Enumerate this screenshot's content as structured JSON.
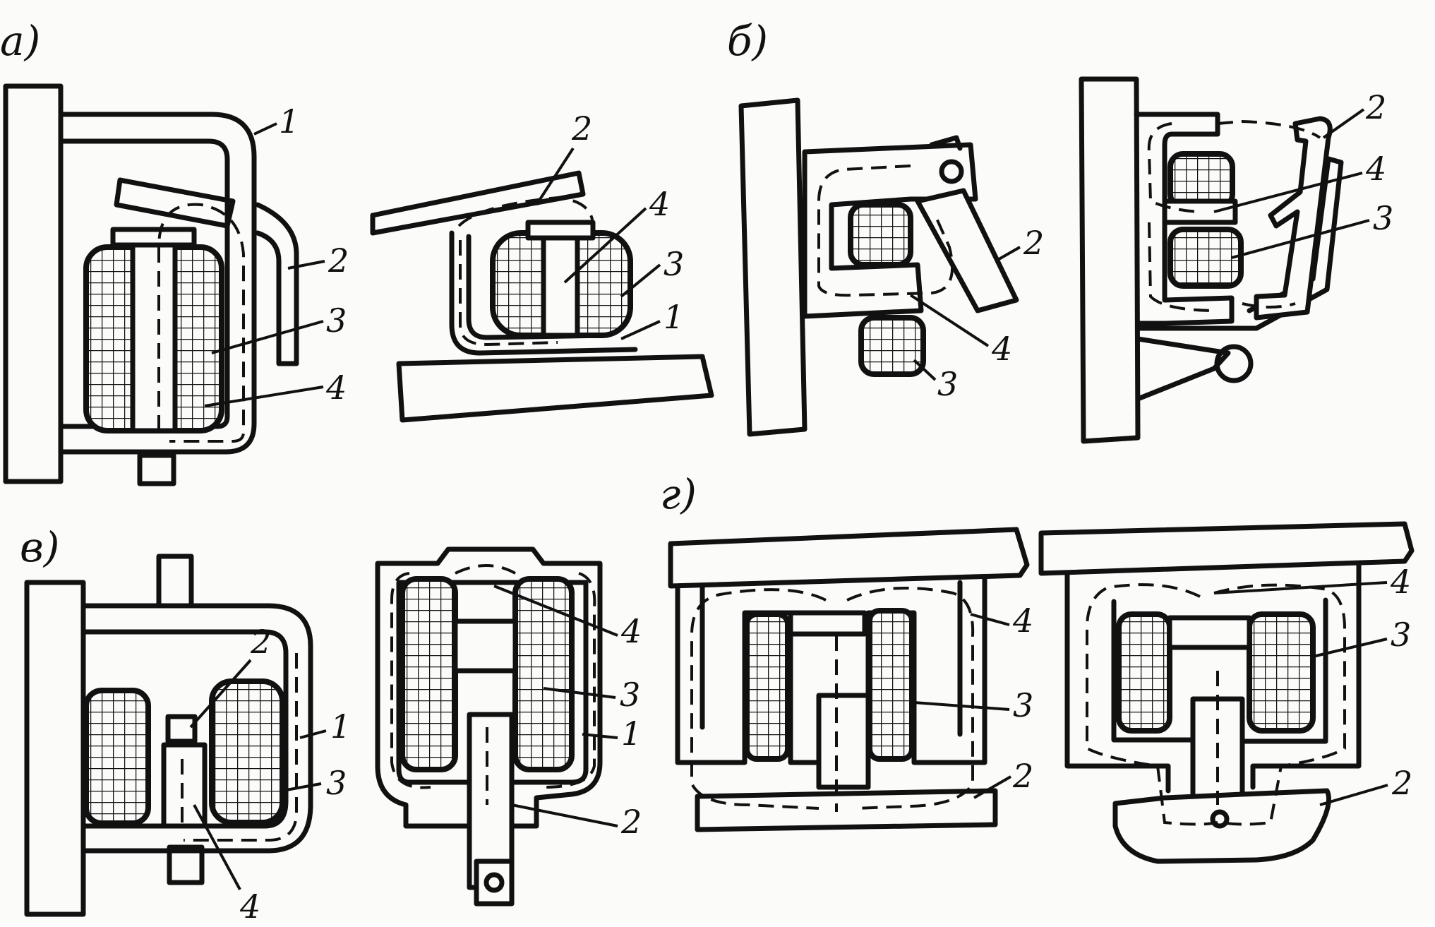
{
  "figure": {
    "sections": [
      {
        "id": "a",
        "label": "а)",
        "callouts_left": [
          "1",
          "2",
          "3",
          "4"
        ],
        "callouts_right": [
          "2",
          "4",
          "3",
          "1"
        ]
      },
      {
        "id": "b",
        "label": "б)",
        "callouts_left": [
          "2",
          "4",
          "3"
        ],
        "callouts_right": [
          "2",
          "4",
          "3"
        ]
      },
      {
        "id": "v",
        "label": "в)",
        "callouts_left": [
          "2",
          "1",
          "3",
          "4"
        ],
        "callouts_right": [
          "4",
          "3",
          "1",
          "2"
        ]
      },
      {
        "id": "g",
        "label": "г)",
        "callouts_left": [
          "4",
          "3",
          "2"
        ],
        "callouts_right": [
          "4",
          "3",
          "2"
        ]
      }
    ]
  }
}
